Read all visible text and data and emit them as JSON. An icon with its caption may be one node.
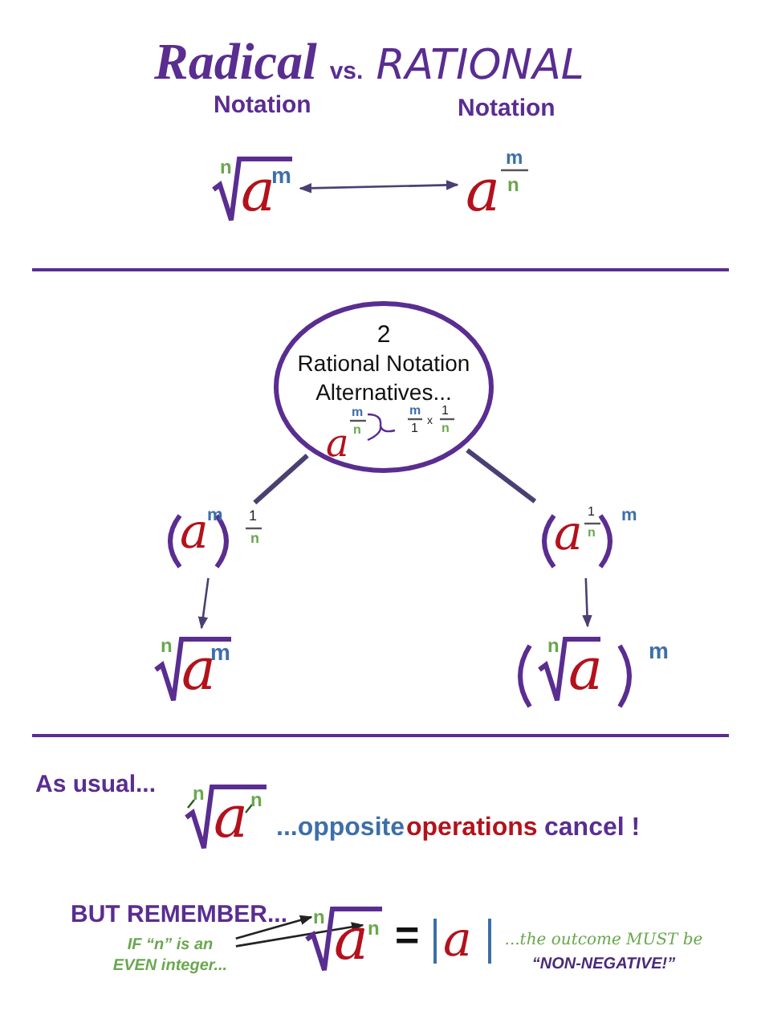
{
  "diagram": {
    "title": "Radical vs. RATIONAL",
    "nodes": [
      {
        "text": [
          "n",
          "a",
          "m"
        ]
      },
      {
        "text": [
          "a",
          "m",
          "n"
        ]
      },
      {
        "text": [
          "2",
          "Rational Notation Alternatives...",
          "a",
          "m",
          "n",
          "m",
          "1",
          "x",
          "1",
          "n"
        ]
      },
      {
        "text": [
          "a",
          "m",
          "1",
          "n"
        ]
      },
      {
        "text": [
          "a",
          "1",
          "n",
          "m"
        ]
      },
      {
        "text": [
          "n",
          "a",
          "m"
        ]
      },
      {
        "text": [
          "n",
          "a",
          "m"
        ]
      },
      {
        "text": [
          "n",
          "a",
          "n"
        ]
      },
      {
        "text": [
          "n",
          "a",
          "n"
        ]
      },
      {
        "text": [
          "IF “n” is an EVEN integer..."
        ]
      }
    ],
    "edges": [
      {
        "from": 0,
        "to": 1,
        "arrow": "both"
      },
      {
        "from": 2,
        "to": 3,
        "arrow": "none",
        "style": "thick"
      },
      {
        "from": 2,
        "to": 4,
        "arrow": "none",
        "style": "thick"
      },
      {
        "from": 3,
        "to": 5,
        "arrow": "to"
      },
      {
        "from": 4,
        "to": 6,
        "arrow": "to"
      },
      {
        "from": 9,
        "to": 8,
        "arrow": "to"
      },
      {
        "from": 9,
        "to": 8,
        "arrow": "to"
      }
    ],
    "labels": [
      "Notation",
      "Notation",
      "As usual...",
      "...opposite",
      "operations",
      "cancel !",
      "BUT REMEMBER...",
      "=",
      "a",
      "...the outcome MUST be **“NON-NEGATIVE!”**"
    ]
  }
}
